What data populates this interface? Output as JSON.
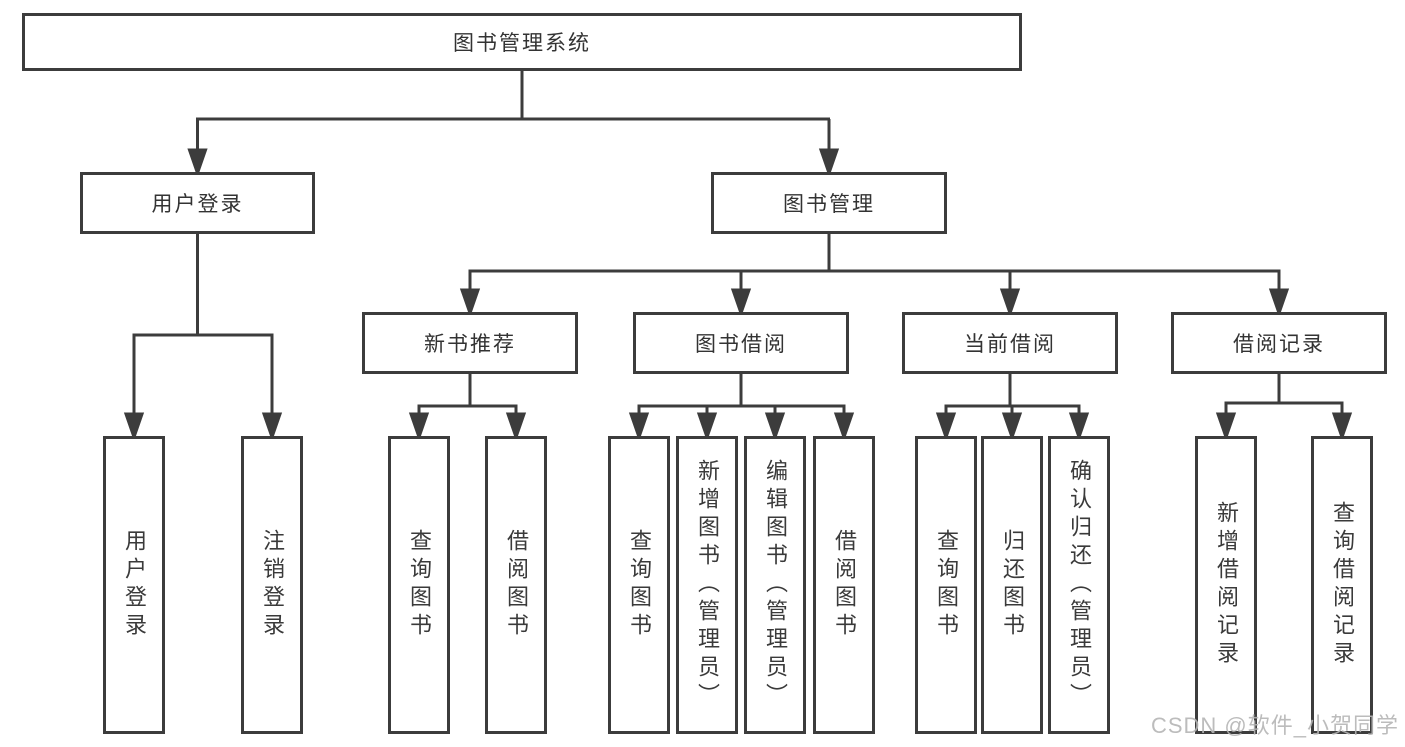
{
  "colors": {
    "line": "#3c3c3c",
    "box_border": "#3c3c3c",
    "text": "#3a3a3a",
    "watermark": "#b5b5b5",
    "background": "#ffffff"
  },
  "watermark": {
    "text": "CSDN @软件_小贺同学"
  },
  "tree": {
    "root": {
      "label": "图书管理系统"
    },
    "branches": [
      {
        "label": "用户登录",
        "children": [
          {
            "label": "用户登录"
          },
          {
            "label": "注销登录"
          }
        ]
      },
      {
        "label": "图书管理",
        "groups": [
          {
            "label": "新书推荐",
            "children": [
              {
                "label": "查询图书"
              },
              {
                "label": "借阅图书"
              }
            ]
          },
          {
            "label": "图书借阅",
            "children": [
              {
                "label": "查询图书"
              },
              {
                "label": "新增图书（管理员）"
              },
              {
                "label": "编辑图书（管理员）"
              },
              {
                "label": "借阅图书"
              }
            ]
          },
          {
            "label": "当前借阅",
            "children": [
              {
                "label": "查询图书"
              },
              {
                "label": "归还图书"
              },
              {
                "label": "确认归还（管理员）"
              }
            ]
          },
          {
            "label": "借阅记录",
            "children": [
              {
                "label": "新增借阅记录"
              },
              {
                "label": "查询借阅记录"
              }
            ]
          }
        ]
      }
    ]
  }
}
